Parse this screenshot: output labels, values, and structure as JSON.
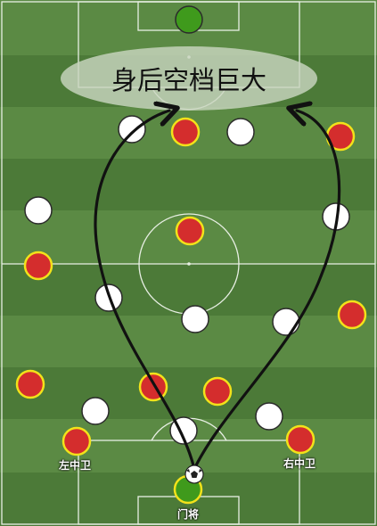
{
  "callout": {
    "text": "身后空档巨大"
  },
  "labels": {
    "left_cb": "左中卫",
    "right_cb": "右中卫",
    "goalkeeper": "门将"
  },
  "colors": {
    "pitch_light": "#5b8a44",
    "pitch_dark": "#4c7a38",
    "line": "#e8efe4",
    "red_player": "#d42d2d",
    "red_ring": "#f2e21a",
    "white_player": "#ffffff",
    "gk_green": "#3f9a1c",
    "arrow": "#111111"
  },
  "red_team_count": 11,
  "white_team_count": 11
}
